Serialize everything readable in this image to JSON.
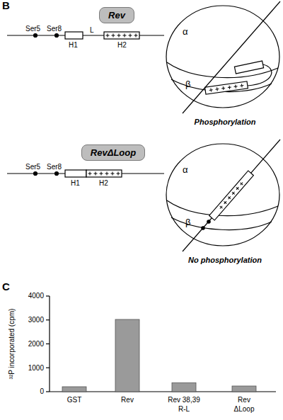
{
  "diagram": {
    "nodes": [
      {
        "text": [
          "Rev"
        ]
      },
      {
        "text": [
          "RevΔLoop"
        ]
      }
    ],
    "labels": [
      "B",
      "Ser5",
      "Ser8",
      "H1",
      "L",
      "H2",
      "α",
      "β",
      "Phosphorylation",
      "Ser5",
      "Ser8",
      "H1",
      "H2",
      "No phosphorylation",
      "α",
      "β",
      "C",
      "4000",
      "3000",
      "2000",
      "1000",
      "0",
      "³²P incorporated (cpm)",
      "GST",
      "Rev",
      "Rev 38,39 R-L",
      "Rev ΔLoop"
    ]
  }
}
